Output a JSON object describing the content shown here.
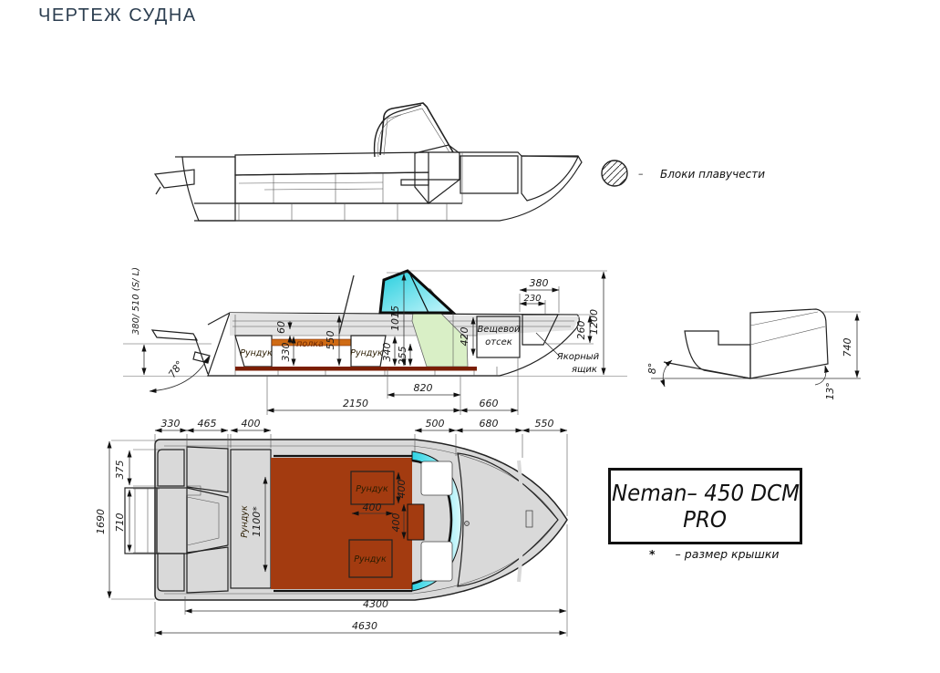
{
  "title": "ЧЕРТЕЖ СУДНА",
  "legend": {
    "dash": "–",
    "label": "Блоки плавучести"
  },
  "side_view": {
    "height_label": "380/ 510 (S/ L)",
    "transom_angle": "78°",
    "locker_aft": "Рундук",
    "shelf": "полка",
    "locker_mid": "Рундук",
    "storage_line1": "Вещевой",
    "storage_line2": "отсек",
    "anchor_line1": "Якорный",
    "anchor_line2": "ящик",
    "dims": {
      "d60": "60",
      "d330": "330",
      "d550": "550",
      "d340": "340",
      "d255": "255",
      "d1015": "1015",
      "d420": "420",
      "d380": "380",
      "d230": "230",
      "d260": "260",
      "d1200": "1200",
      "d820": "820",
      "d2150": "2150",
      "d660": "660"
    }
  },
  "transom_view": {
    "angle_left": "8°",
    "angle_right": "13°",
    "dims": {
      "d740": "740"
    }
  },
  "plan_view": {
    "bench_label": "Рундук",
    "bench_size": "1100*",
    "locker_fwd_top": "Рундук",
    "locker_fwd_bottom": "Рундук",
    "dims": {
      "d330": "330",
      "d465": "465",
      "d400_bench": "400",
      "d500": "500",
      "d680": "680",
      "d550": "550",
      "d1690": "1690",
      "d375": "375",
      "d710": "710",
      "d400_w": "400",
      "d400_h": "400",
      "d400_console": "400",
      "d4300": "4300",
      "d4630": "4630"
    }
  },
  "nameplate": {
    "line1": "Neman– 450 DCM",
    "line2": "PRO"
  },
  "footnote": {
    "marker": "*",
    "text": "– размер крышки"
  },
  "colors": {
    "title_text": "#2c3e50",
    "hull_gray": "#d9d9d9",
    "accent_yellow": "#e3a915",
    "shelf_orange": "#cf6b15",
    "floor_red": "#7a1e03",
    "cockpit_red": "#a33b10",
    "windshield_cyan": "#2fd4e4",
    "seat_green": "#d9efc6",
    "box_gray": "#6e6e6e"
  }
}
